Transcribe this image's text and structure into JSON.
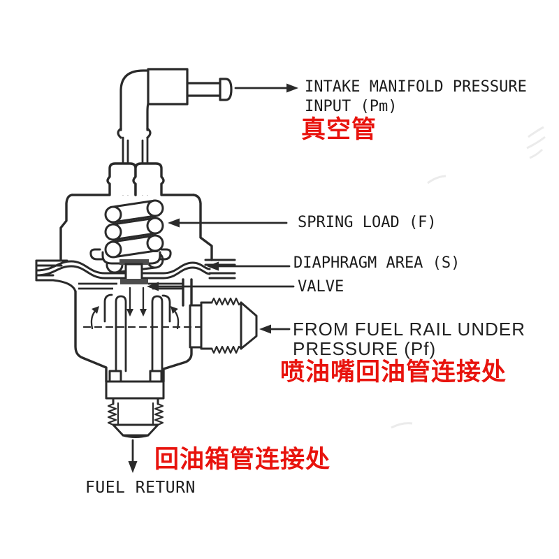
{
  "labels": {
    "intake_line1": "INTAKE MANIFOLD PRESSURE",
    "intake_line2": "INPUT (Pm)",
    "intake_cn": "真空管",
    "spring": "SPRING LOAD (F)",
    "diaphragm": "DIAPHRAGM AREA (S)",
    "valve": "VALVE",
    "fuel_rail_line1": "FROM FUEL RAIL UNDER",
    "fuel_rail_line2": "PRESSURE (Pf)",
    "fuel_rail_cn": "喷油嘴回油管连接处",
    "fuel_return_cn": "回油箱管连接处",
    "fuel_return": "FUEL RETURN"
  },
  "colors": {
    "line": "#2a2a2a",
    "text": "#1c1c1c",
    "accent_red": "#e8130d",
    "background": "#ffffff",
    "valve_shade": "#4d4d4d"
  },
  "diagram": {
    "type": "fuel-pressure-regulator-cross-section"
  }
}
